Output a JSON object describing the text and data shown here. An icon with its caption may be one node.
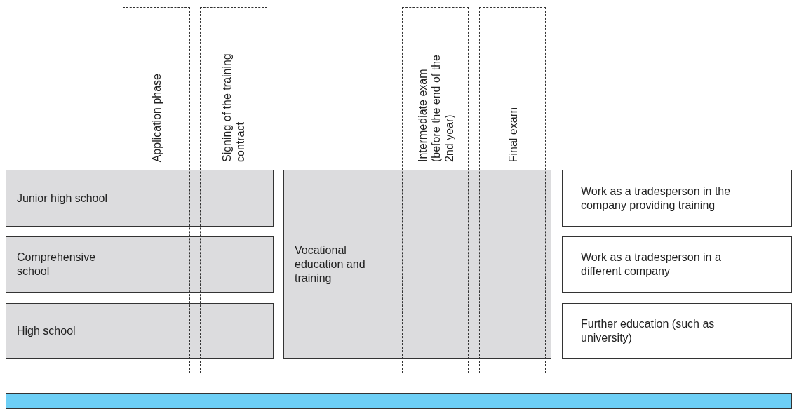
{
  "diagram": {
    "nodes": [
      {
        "text": [
          "Application phase"
        ]
      },
      {
        "text": [
          "Signing of the training contract"
        ]
      },
      {
        "text": [
          "Intermediate exam (before the end of the 2nd year)"
        ]
      },
      {
        "text": [
          "Final exam"
        ]
      },
      {
        "text": [
          "Junior high school"
        ]
      },
      {
        "text": [
          "Work as a tradesperson in the company providing training"
        ]
      },
      {
        "text": [
          "Comprehensive school"
        ]
      },
      {
        "text": [
          "Vocational education and training"
        ]
      },
      {
        "text": [
          "Work as a tradesperson in a different company"
        ]
      },
      {
        "text": [
          "High school"
        ]
      },
      {
        "text": [
          "Further education (such as university)"
        ]
      },
      {
        "text": [],
        "shape": "bar"
      }
    ]
  }
}
